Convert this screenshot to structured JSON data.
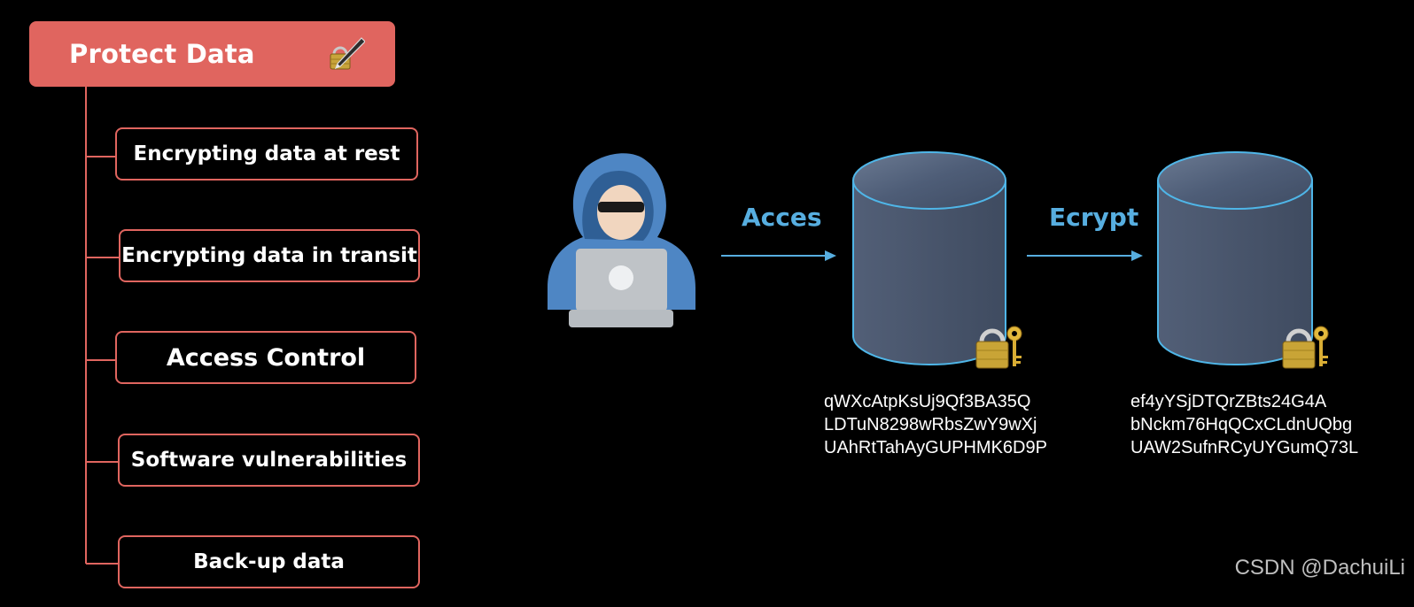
{
  "title": {
    "text": "Protect Data",
    "icon": "pen-lock-icon"
  },
  "items": [
    {
      "label": "Encrypting data at rest"
    },
    {
      "label": "Encrypting data in transit"
    },
    {
      "label": "Access Control"
    },
    {
      "label": "Software vulnerabilities"
    },
    {
      "label": "Back-up data"
    }
  ],
  "flow": {
    "access_label": "Acces",
    "encrypt_label": "Ecrypt",
    "source_icon": "hacker-with-laptop-icon",
    "db_icon": "database-cylinder-icon",
    "lock_icon": "padlock-key-icon",
    "plain_db_text": [
      "qWXcAtpKsUj9Qf3BA35Q",
      "LDTuN8298wRbsZwY9wXj",
      "UAhRtTahAyGUPHMK6D9P"
    ],
    "encrypted_db_text": [
      "ef4yYSjDTQrZBts24G4A",
      "bNckm76HqQCxCLdnUQbg",
      "UAW2SufnRCyUYGumQ73L"
    ]
  },
  "watermark": "CSDN @DachuiLi",
  "colors": {
    "accent": "#e0655f",
    "flow": "#57aee0",
    "db_fill": "#4a5a73",
    "db_stroke": "#4fb6e8",
    "background": "#000000"
  }
}
